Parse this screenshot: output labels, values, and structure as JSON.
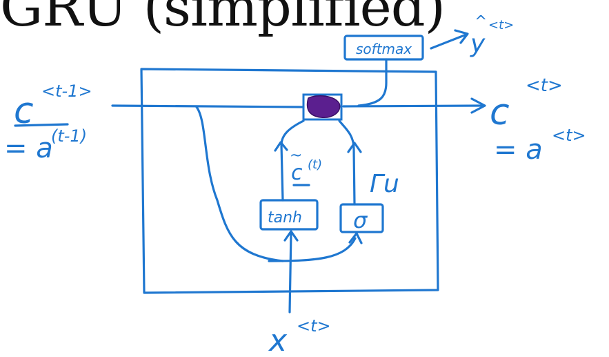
{
  "title": "GRU (simplified)",
  "colors": {
    "ink": "#1f77d0",
    "gate": "#5b1f8f",
    "title": "#111111"
  },
  "labels": {
    "c_prev": "c",
    "c_prev_sup": "<t-1>",
    "a_prev": "= a",
    "a_prev_sup": "(t-1)",
    "c_out": "c",
    "c_out_sup": "<t>",
    "a_out": "= a",
    "a_out_sup": "<t>",
    "c_tilde": "c",
    "c_tilde_sup": "(t)",
    "c_tilde_mark": "~",
    "gamma_u": "Γu",
    "tanh": "tanh",
    "sigma": "σ",
    "softmax": "softmax",
    "y_hat": "y",
    "y_hat_sup": "<t>",
    "y_hat_mark": "^",
    "x_in": "x",
    "x_in_sup": "<t>"
  }
}
